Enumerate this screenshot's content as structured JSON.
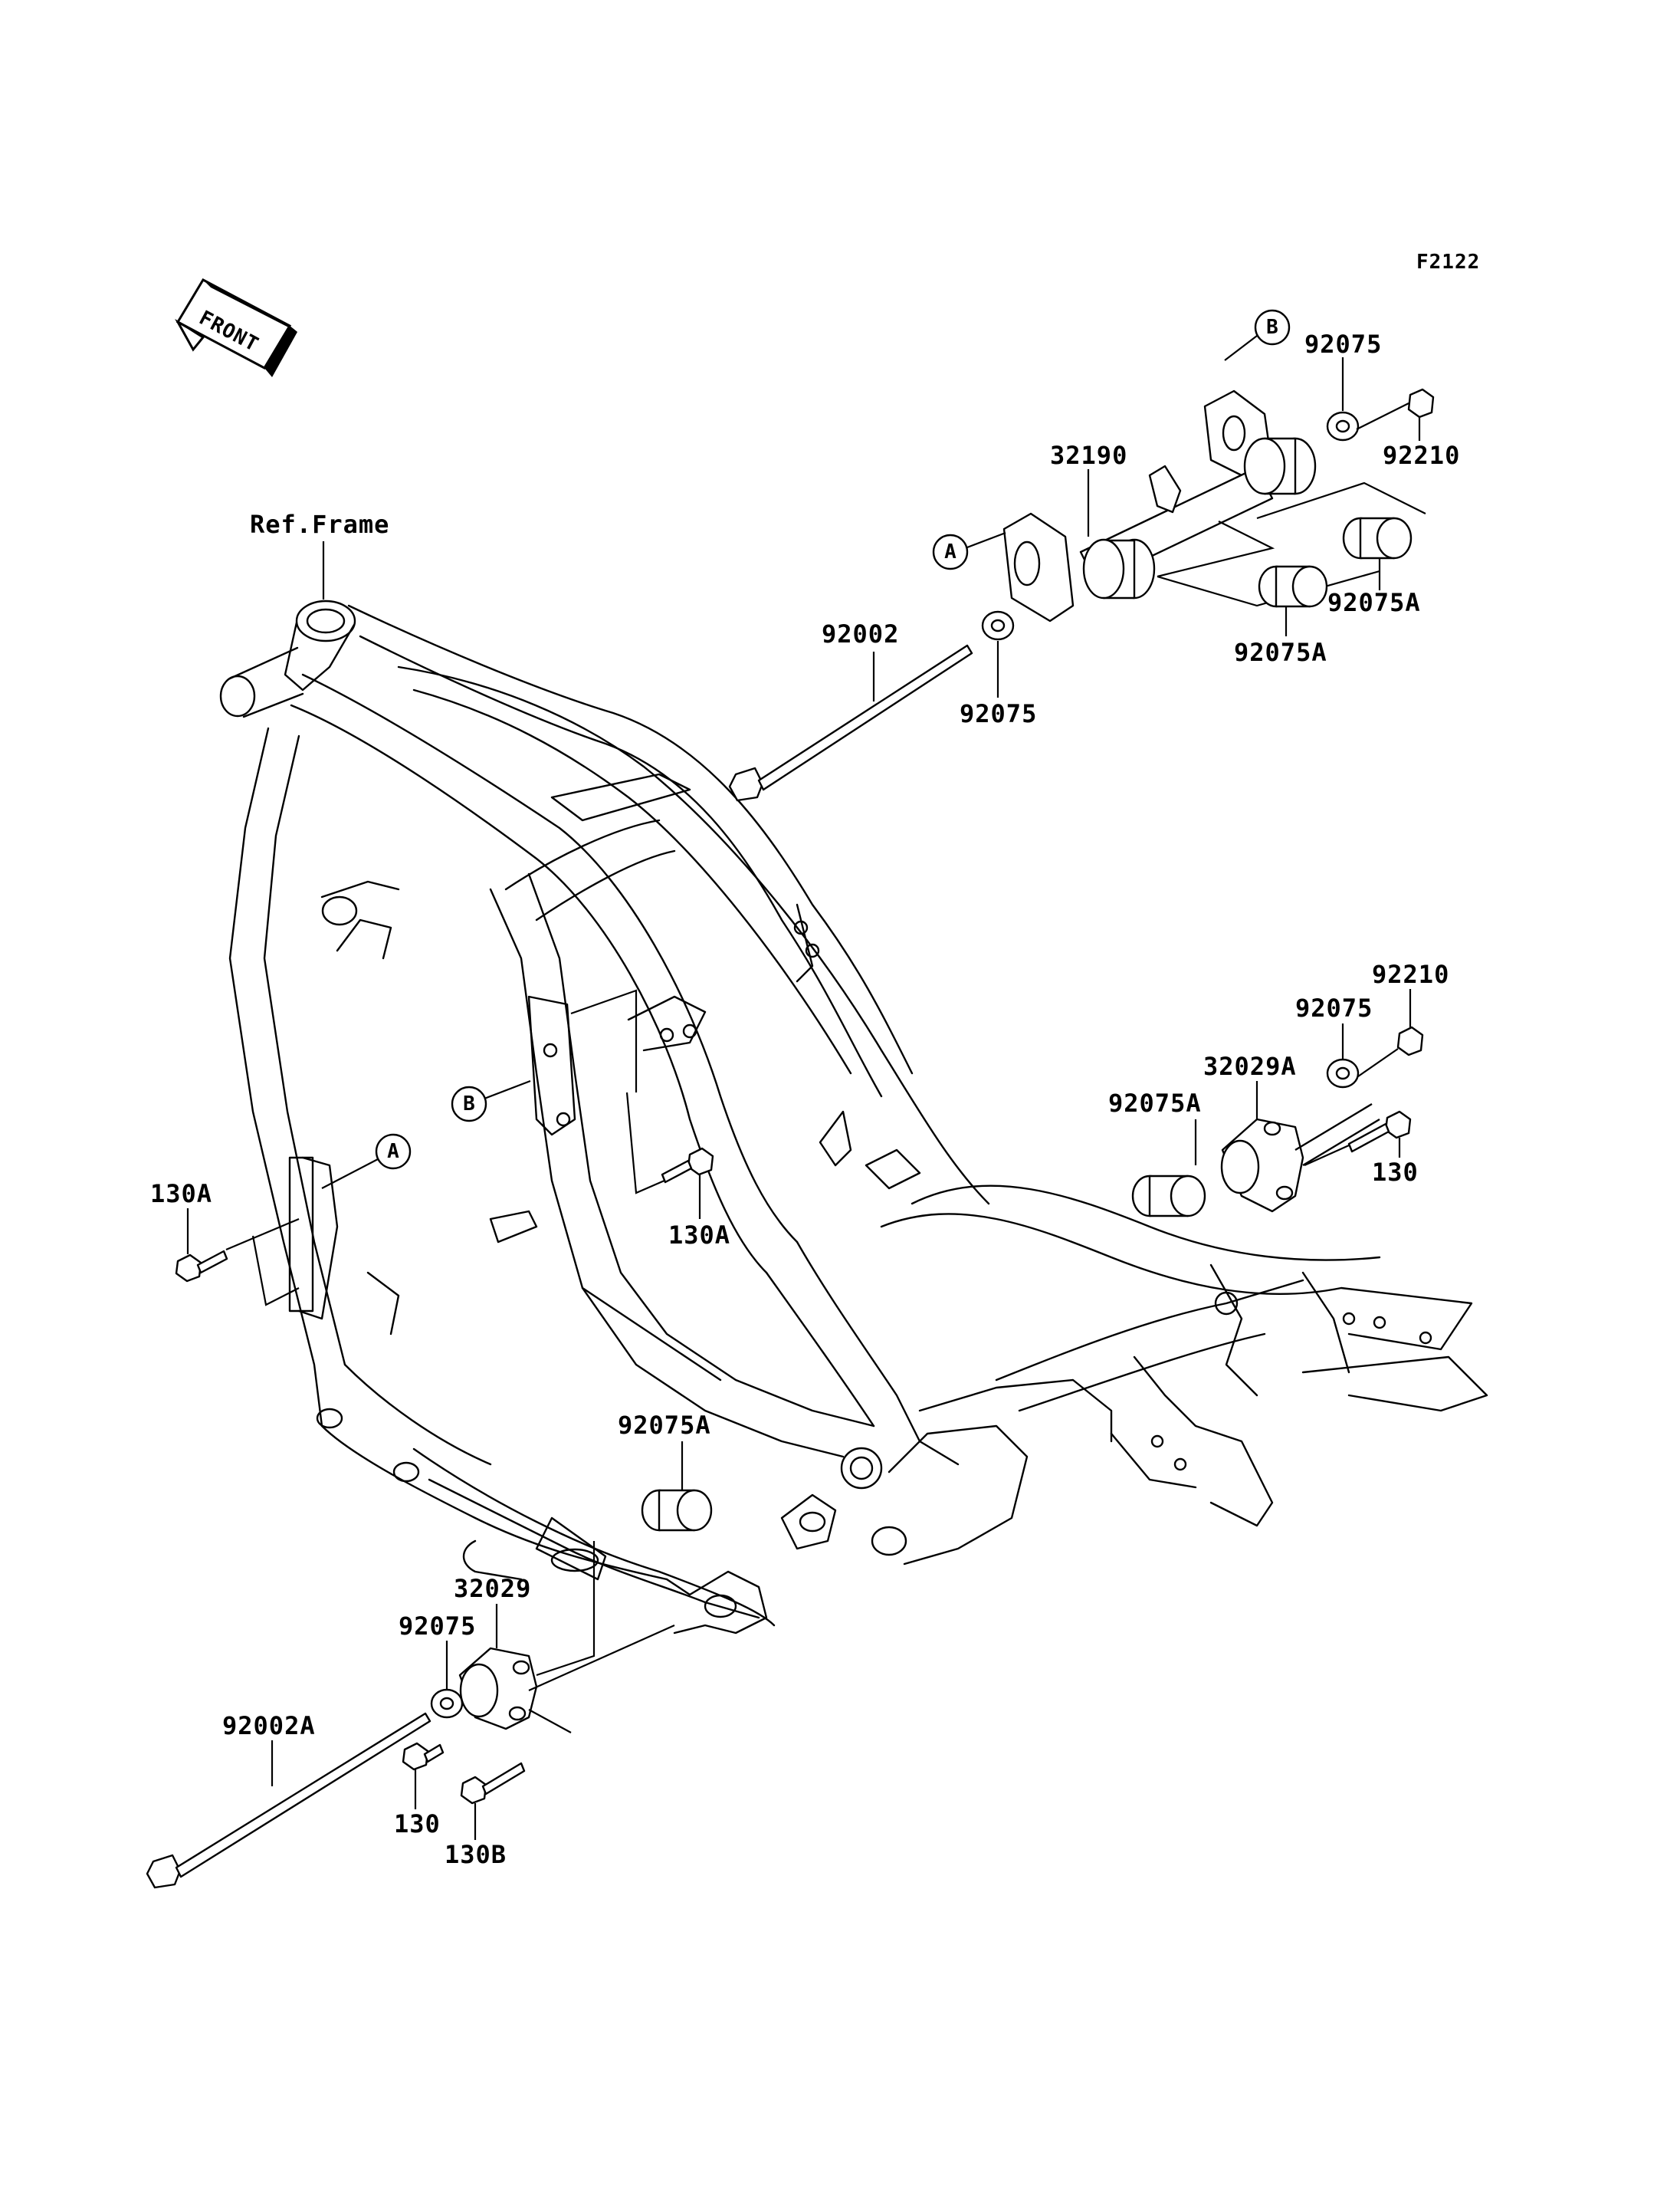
{
  "figure_code": "F2122",
  "front_indicator": "FRONT",
  "ref_label": "Ref.Frame",
  "callouts": {
    "a": "A",
    "b": "B"
  },
  "parts": {
    "p32190": "32190",
    "p92075_top": "92075",
    "p92210_top": "92210",
    "p92075A_top_right": "92075A",
    "p92075A_top_left": "92075A",
    "p92002": "92002",
    "p92075_under_bracket": "92075",
    "p92210_right": "92210",
    "p92075_right": "92075",
    "p32029A": "32029A",
    "p92075A_right": "92075A",
    "p130_right": "130",
    "p130A_left": "130A",
    "p130A_center": "130A",
    "p92075A_lower": "92075A",
    "p32029": "32029",
    "p92075_lower": "92075",
    "p92002A": "92002A",
    "p130_lower": "130",
    "p130B": "130B"
  }
}
